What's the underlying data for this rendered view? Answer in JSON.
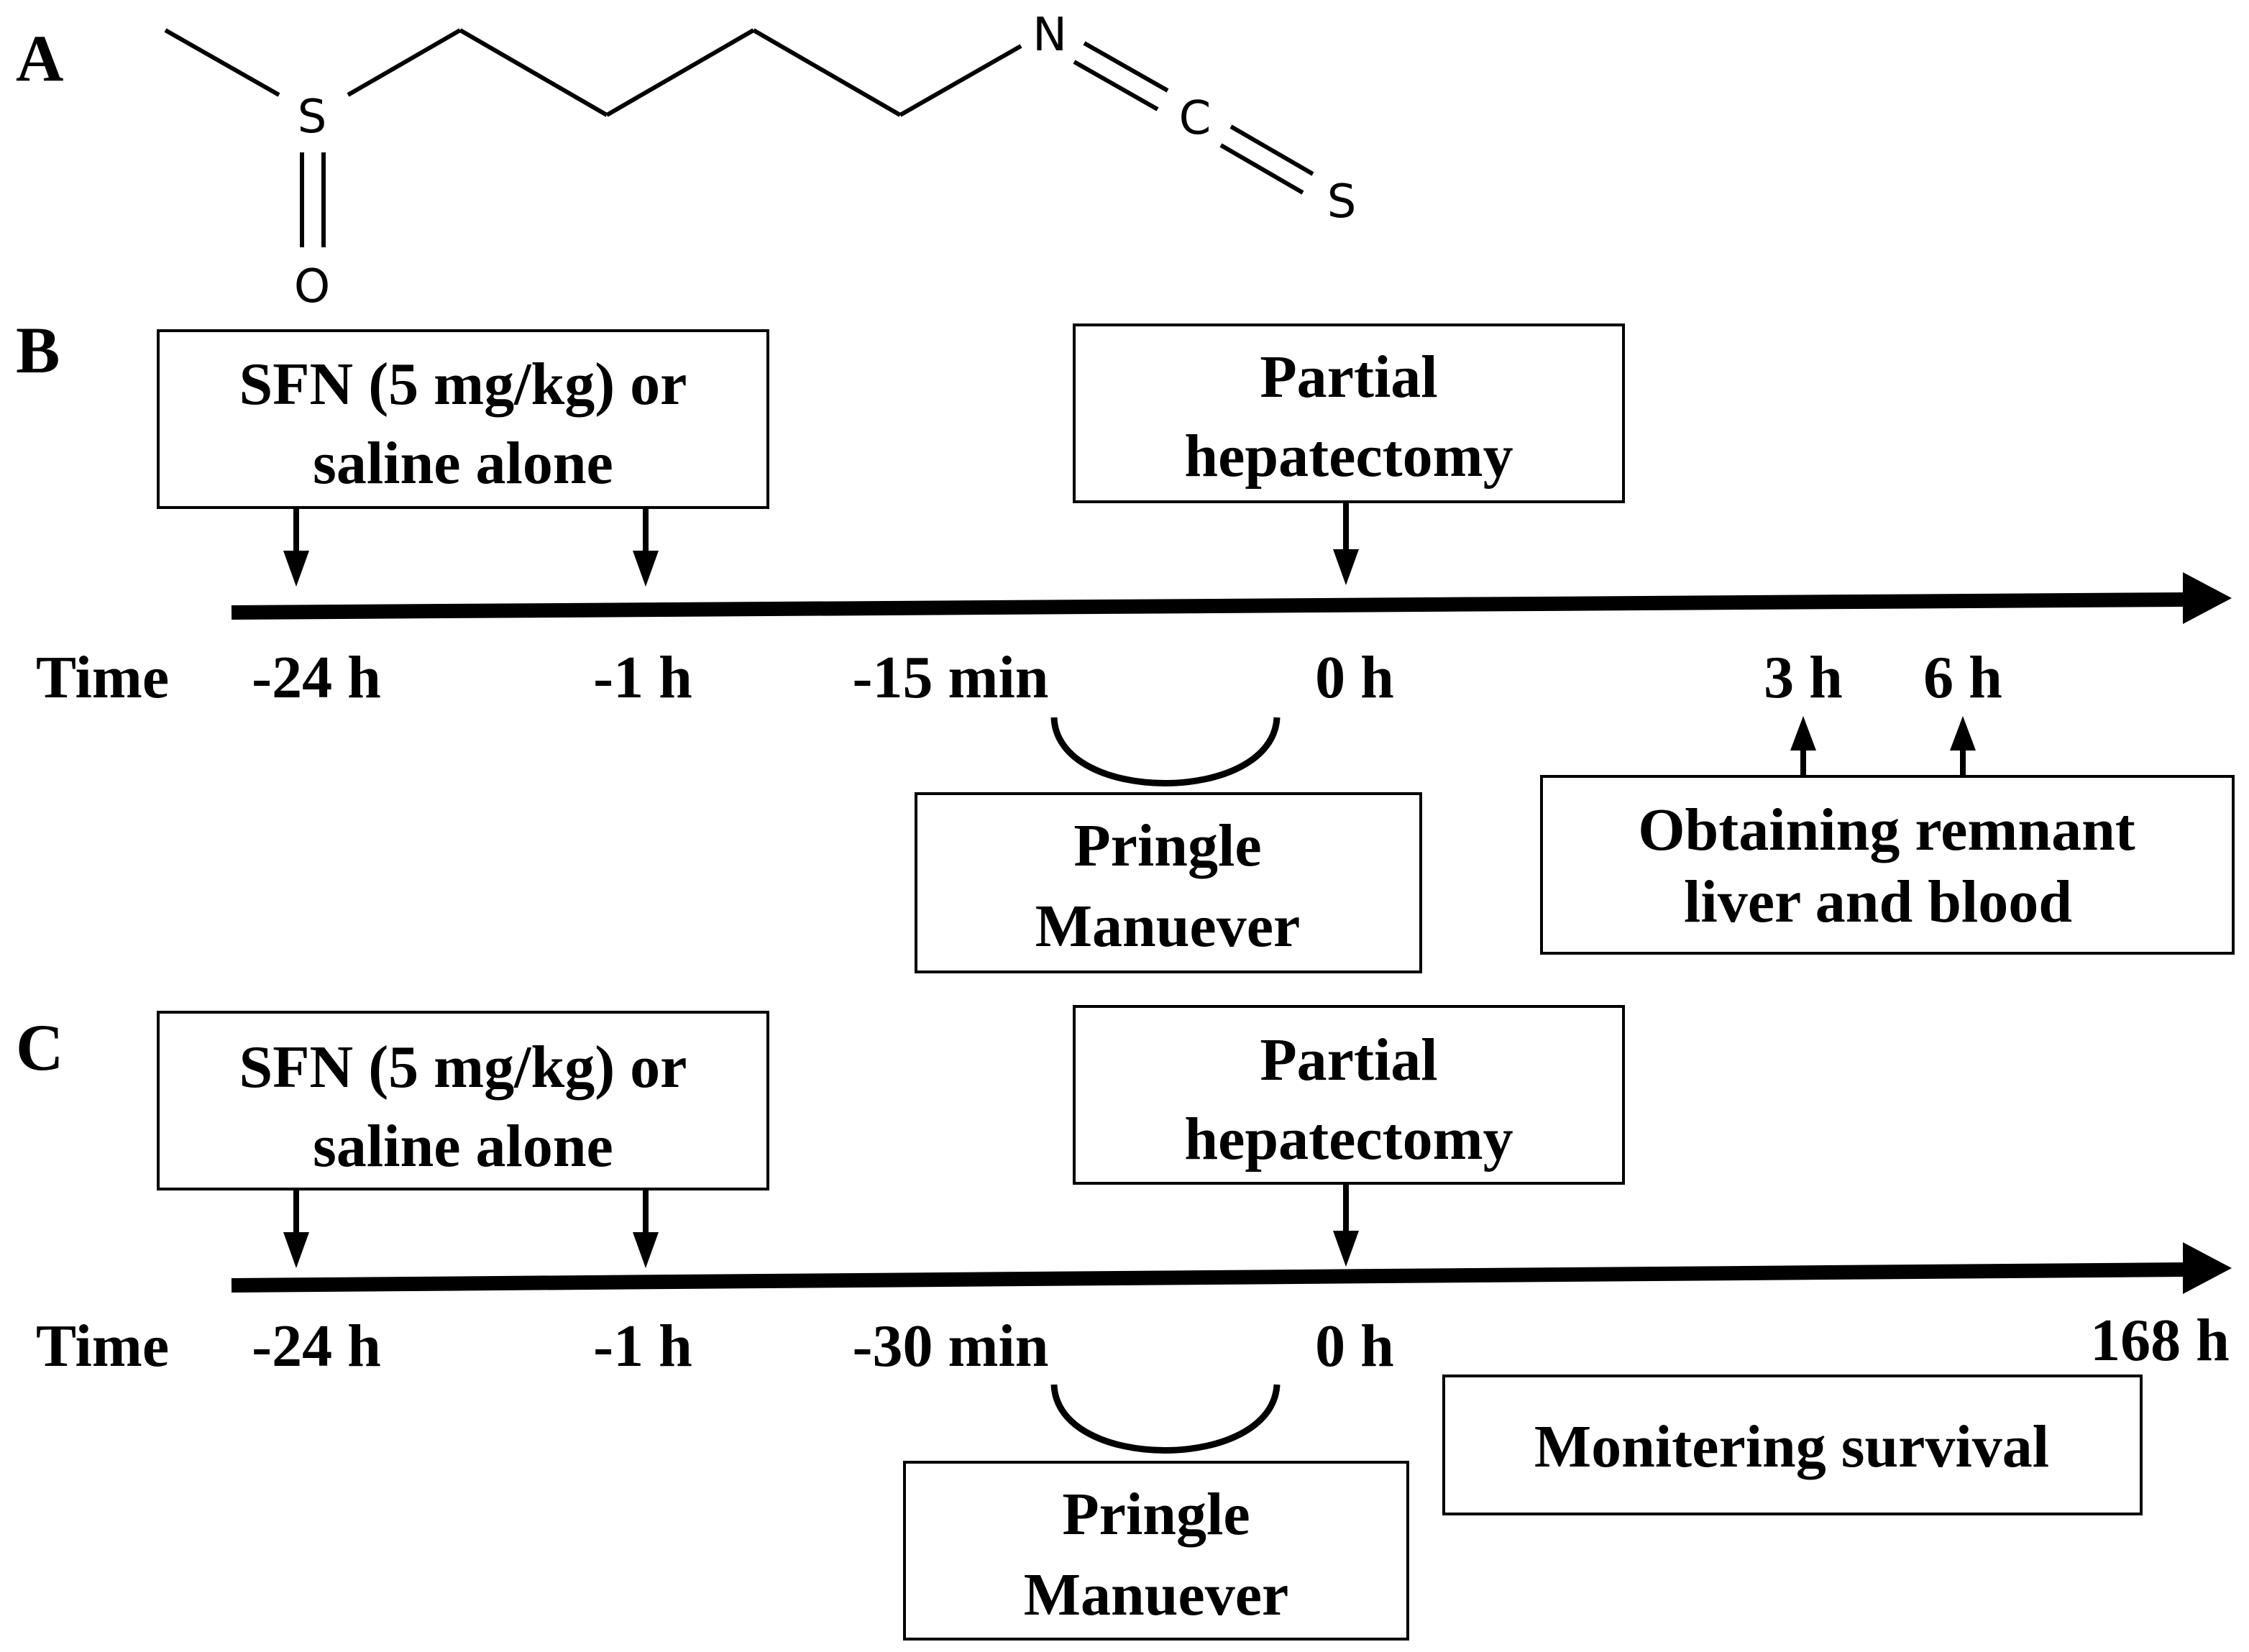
{
  "panels": {
    "a": {
      "letter": "A",
      "atoms": {
        "sulfur_1": "S",
        "oxygen": "O",
        "nitrogen": "N",
        "carbon": "C",
        "sulfur_2": "S"
      }
    },
    "b": {
      "letter": "B",
      "box_treatment": [
        "SFN (5 mg/kg) or",
        "saline alone"
      ],
      "box_hepatectomy": [
        "Partial",
        "hepatectomy"
      ],
      "box_pringle": [
        "Pringle",
        "Manuever"
      ],
      "box_sampling": [
        "Obtaining remnant",
        "liver and blood"
      ],
      "time_labels": {
        "time": "Time",
        "t_minus_24": "-24 h",
        "t_minus_1": "-1 h",
        "t_minus_15min": "-15 min",
        "t_zero": "0 h",
        "t_3": "3 h",
        "t_6": "6 h"
      }
    },
    "c": {
      "letter": "C",
      "box_treatment": [
        "SFN (5 mg/kg) or",
        "saline alone"
      ],
      "box_hepatectomy": [
        "Partial",
        "hepatectomy"
      ],
      "box_pringle": [
        "Pringle",
        "Manuever"
      ],
      "box_survival": [
        "Monitering survival"
      ],
      "time_labels": {
        "time": "Time",
        "t_minus_24": "-24 h",
        "t_minus_1": "-1 h",
        "t_minus_30min": "-30 min",
        "t_zero": "0 h",
        "t_168": "168 h"
      }
    }
  }
}
